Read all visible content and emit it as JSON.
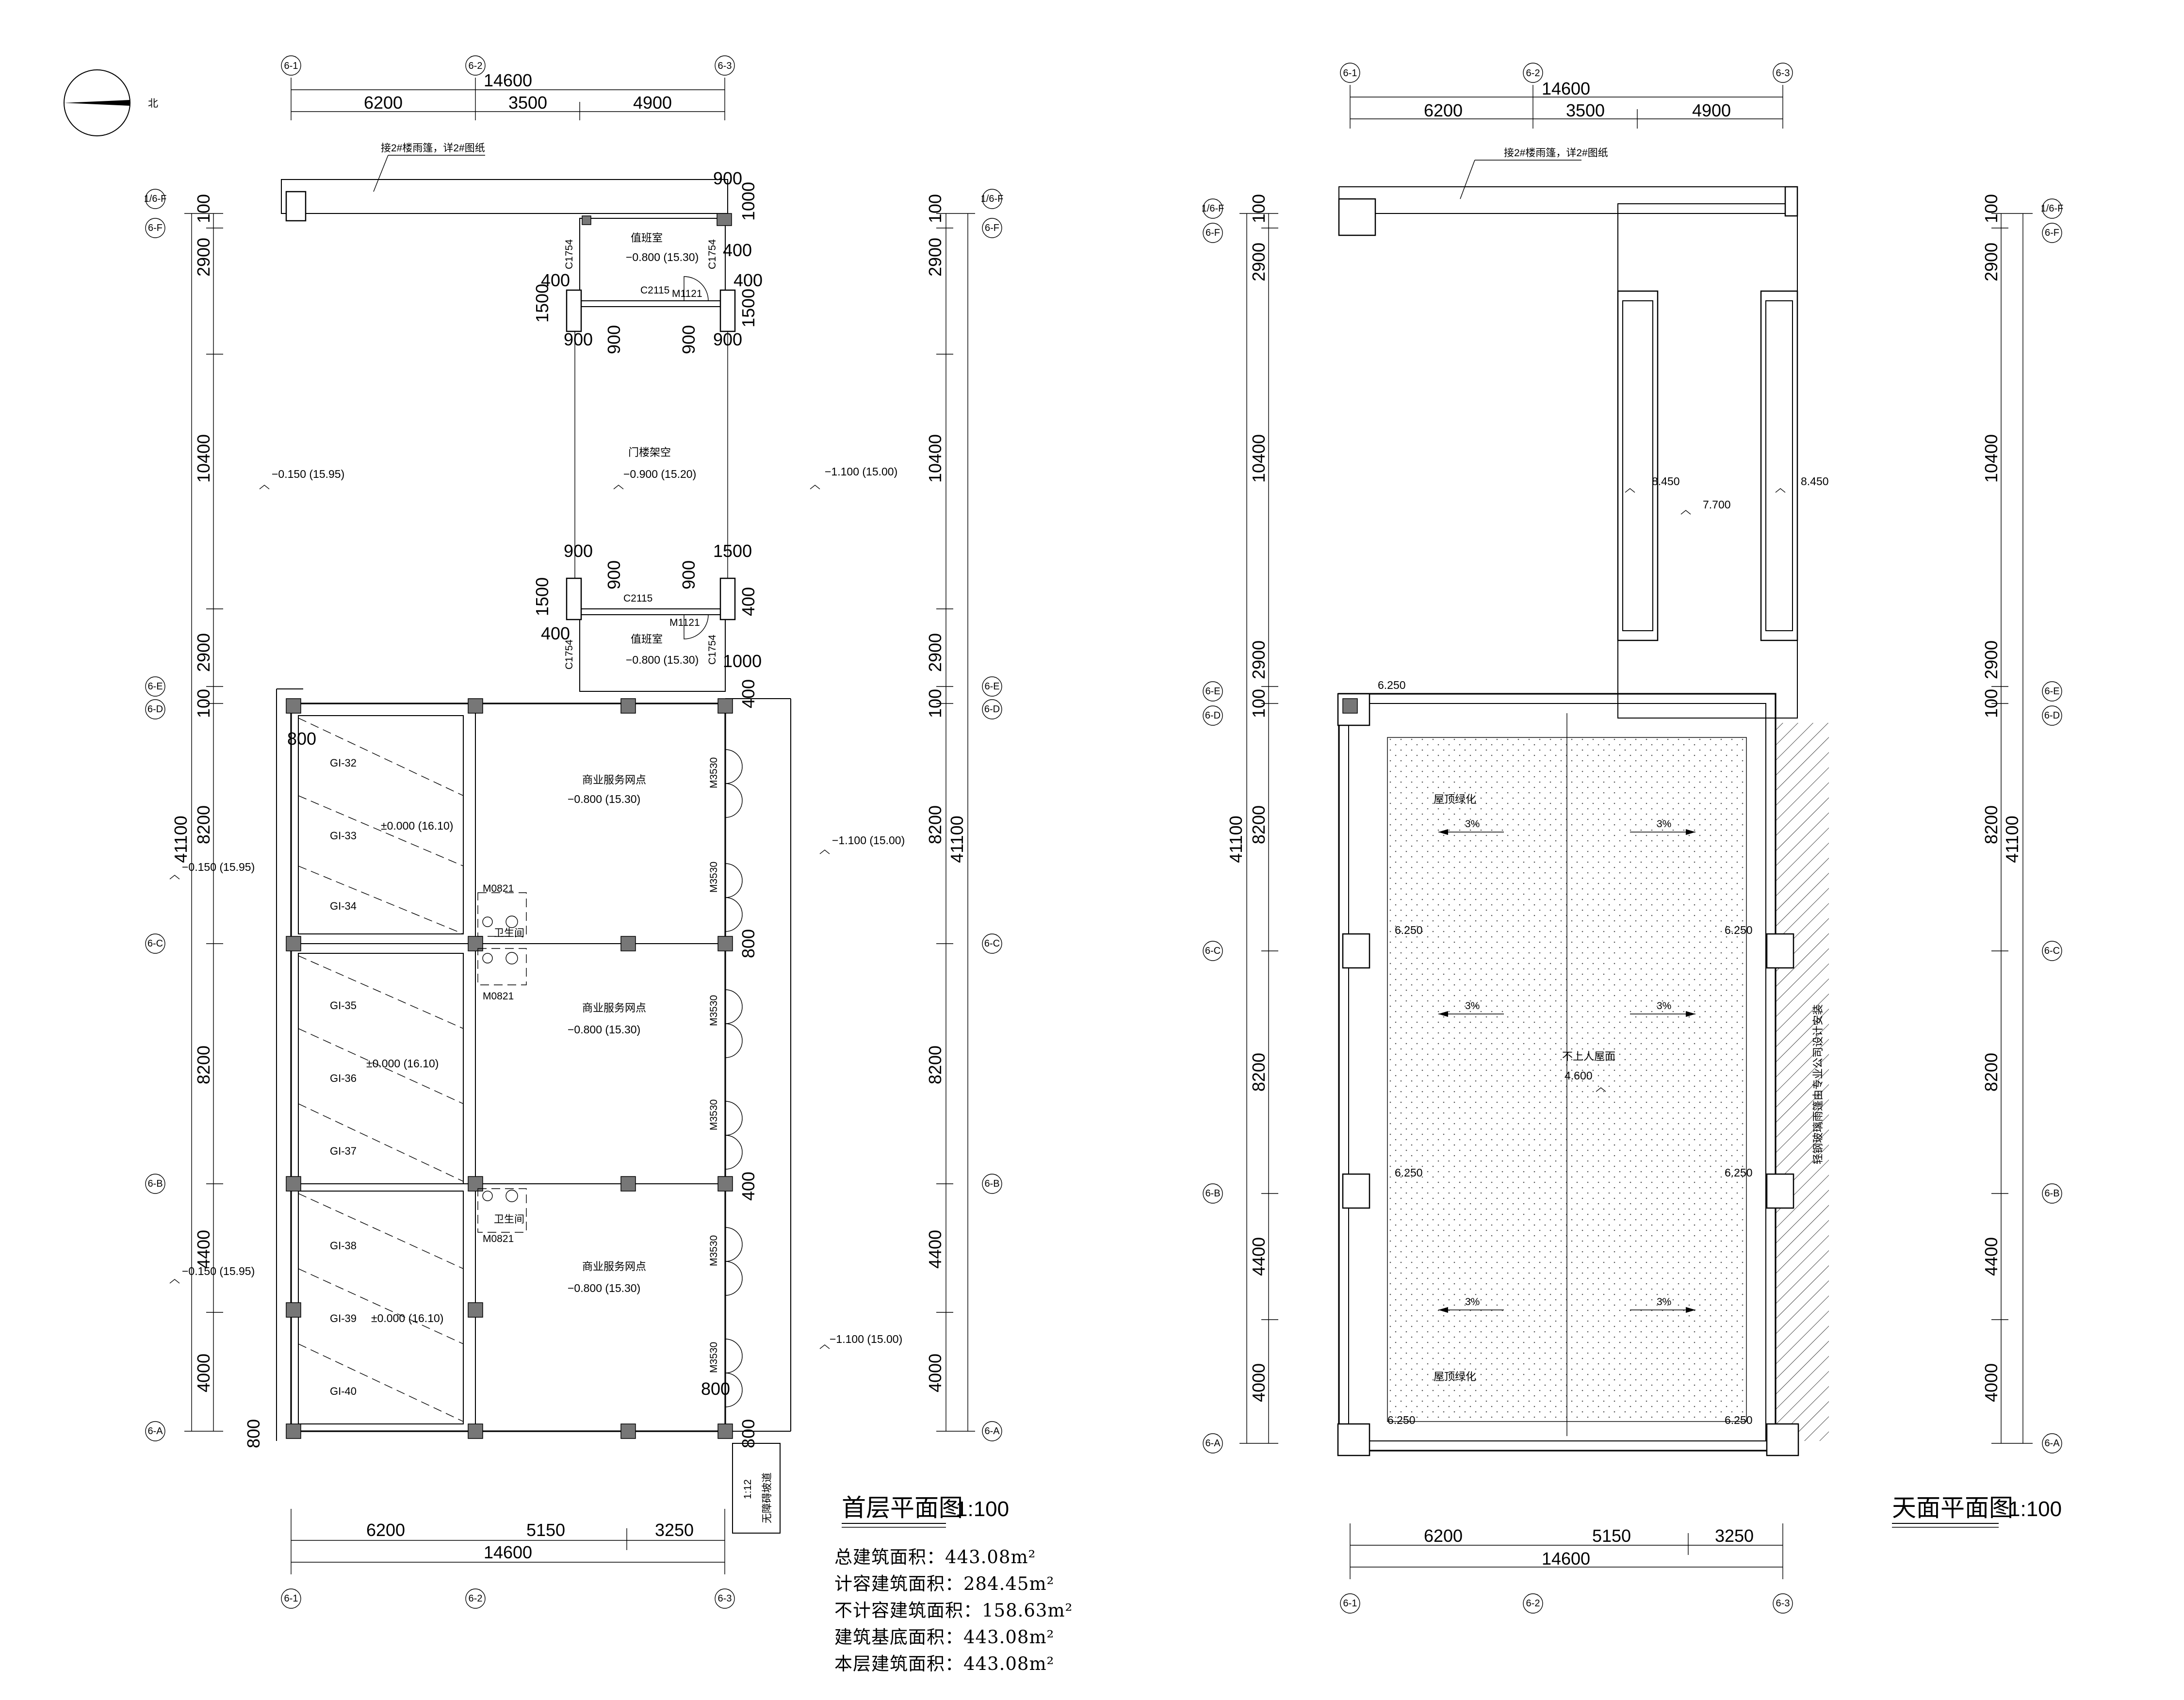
{
  "plans": {
    "ground": {
      "title": "首层平面图",
      "scale": "1:100",
      "dims_top_total": "14600",
      "dims_top_parts": [
        "6200",
        "3500",
        "4900"
      ],
      "dims_bottom_total": "14600",
      "dims_bottom_parts": [
        "6200",
        "5150",
        "3250"
      ],
      "dims_left_total": "41100",
      "dims_left_parts": [
        "100",
        "2900",
        "10400",
        "2900",
        "100",
        "8200",
        "8200",
        "4400",
        "4000"
      ],
      "dims_right_total": "41100",
      "dims_right_parts": [
        "100",
        "2900",
        "10400",
        "2900",
        "100",
        "8200",
        "8200",
        "4400",
        "4000"
      ],
      "small_dims": [
        "900",
        "1000",
        "400",
        "400",
        "1500",
        "400",
        "1500",
        "900",
        "900",
        "900",
        "900",
        "900",
        "900",
        "900",
        "1500",
        "1500",
        "400",
        "400",
        "1000",
        "400",
        "800",
        "800",
        "400",
        "800",
        "800",
        "800"
      ],
      "note": "接2#楼雨篷，详2#图纸",
      "rooms": [
        "值班室",
        "门楼架空",
        "值班室",
        "商业服务网点",
        "商业服务网点",
        "商业服务网点"
      ],
      "room_elev": [
        "−0.800 (15.30)",
        "−0.900 (15.20)",
        "−0.800 (15.30)",
        "−0.800 (15.30)",
        "−0.800 (15.30)",
        "−0.800 (15.30)"
      ],
      "outside_elev": [
        "−0.150 (15.95)",
        "−1.100 (15.00)",
        "−0.150 (15.95)",
        "−1.100 (15.00)",
        "−0.150 (15.95)",
        "−1.100 (15.00)"
      ],
      "parking_elev": [
        "±0.000 (16.10)",
        "±0.000 (16.10)",
        "±0.000 (16.10)"
      ],
      "parking": [
        "GI-32",
        "GI-33",
        "GI-34",
        "GI-35",
        "GI-36",
        "GI-37",
        "GI-38",
        "GI-39",
        "GI-40"
      ],
      "doors": [
        "M3530",
        "M3530",
        "M3530",
        "M3530",
        "M3530",
        "M3530",
        "M0821",
        "M0821",
        "M0821",
        "M1121",
        "M1121"
      ],
      "windows": [
        "C1754",
        "C1754",
        "C2115",
        "C2115",
        "C1754",
        "C1754"
      ],
      "ramp": [
        "1:12",
        "无障碍坡道"
      ],
      "wc": "卫生间",
      "axes_top": [
        "6-1",
        "6-2",
        "6-3"
      ],
      "axes_left": [
        "1/6-F",
        "6-F",
        "6-E",
        "6-D",
        "6-C",
        "6-B",
        "6-A"
      ],
      "axes_right": [
        "1/6-F",
        "6-F",
        "6-E",
        "6-D",
        "6-C",
        "6-B",
        "6-A"
      ],
      "stats": [
        "总建筑面积：443.08m²",
        "计容建筑面积：284.45m²",
        "不计容建筑面积：158.63m²",
        "建筑基底面积：443.08m²",
        "本层建筑面积：443.08m²"
      ],
      "north": "北"
    },
    "roof": {
      "title": "天面平面图",
      "scale": "1:100",
      "dims_top_total": "14600",
      "dims_top_parts": [
        "6200",
        "3500",
        "4900"
      ],
      "dims_bottom_total": "14600",
      "dims_bottom_parts": [
        "6200",
        "5150",
        "3250"
      ],
      "dims_left_total": "41100",
      "dims_left_parts": [
        "100",
        "2900",
        "10400",
        "2900",
        "100",
        "8200",
        "8200",
        "4400",
        "4000"
      ],
      "dims_right_total": "41100",
      "dims_right_parts": [
        "100",
        "2900",
        "10400",
        "2900",
        "100",
        "8200",
        "8200",
        "4400",
        "4000"
      ],
      "note": "接2#楼雨篷，详2#图纸",
      "elevations": [
        "8.450",
        "8.450",
        "7.700",
        "6.250",
        "6.250",
        "6.250",
        "6.250",
        "6.250",
        "6.250",
        "6.250",
        "4.600"
      ],
      "labels": [
        "屋顶绿化",
        "不上人屋面",
        "屋顶绿化"
      ],
      "slopes": [
        "3%",
        "3%",
        "3%",
        "3%",
        "3%",
        "3%"
      ],
      "side_note": "轻钢玻璃雨篷由专业公司设计安装",
      "axes_top": [
        "6-1",
        "6-2",
        "6-3"
      ],
      "axes_left": [
        "1/6-F",
        "6-F",
        "6-E",
        "6-D",
        "6-C",
        "6-B",
        "6-A"
      ],
      "axes_right": [
        "1/6-F",
        "6-F",
        "6-E",
        "6-D",
        "6-C",
        "6-B",
        "6-A"
      ]
    }
  }
}
